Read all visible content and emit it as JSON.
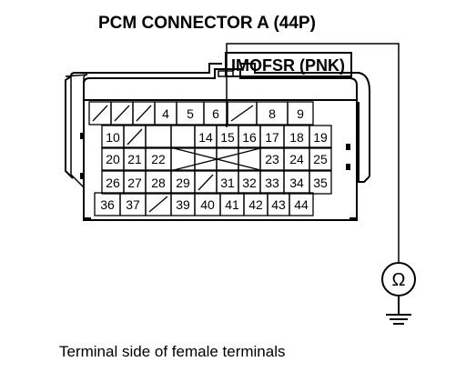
{
  "title": "PCM CONNECTOR A (44P)",
  "wire_label": "IMOFSR (PNK)",
  "caption": "Terminal side of female terminals",
  "meter_symbol": "Ω",
  "meter_icon": "ohmmeter-icon",
  "ground_icon": "ground-icon",
  "connector": {
    "rows": [
      {
        "cells": [
          "",
          "",
          "",
          "4",
          "5",
          "6",
          "",
          "8",
          "9"
        ],
        "crossed": [
          0,
          1,
          2,
          6
        ]
      },
      {
        "cells": [
          "10",
          "",
          "",
          "",
          "14",
          "15",
          "16",
          "17",
          "18",
          "19"
        ],
        "crossed": [
          1
        ]
      },
      {
        "cells": [
          "20",
          "21",
          "22",
          "",
          "",
          "",
          "",
          "23",
          "24",
          "25"
        ],
        "crossed": []
      },
      {
        "cells": [
          "26",
          "27",
          "28",
          "29",
          "",
          "31",
          "32",
          "33",
          "34",
          "35"
        ],
        "crossed": [
          4
        ]
      },
      {
        "cells": [
          "36",
          "37",
          "",
          "39",
          "40",
          "41",
          "42",
          "43",
          "44"
        ],
        "crossed": [
          2
        ]
      }
    ]
  }
}
